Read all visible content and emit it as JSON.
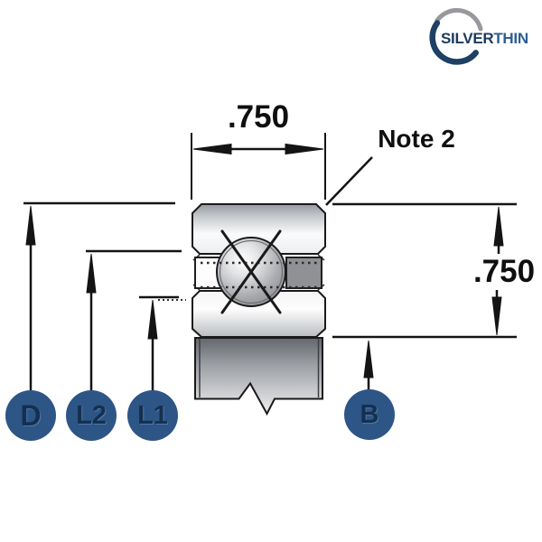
{
  "page": {
    "background": "#ffffff"
  },
  "logo": {
    "brand_first": "SILVER",
    "brand_second": "THIN",
    "brand_first_color": "#1c3a5f",
    "brand_second_color": "#2e5e94",
    "arc_blue_color": "#1d4064",
    "arc_gray_color": "#97999d"
  },
  "diagram": {
    "width_dimension_label": ".750",
    "height_dimension_label": ".750",
    "note_label": "Note 2",
    "callouts": [
      {
        "label": "D"
      },
      {
        "label": "L2"
      },
      {
        "label": "L1"
      },
      {
        "label": "B"
      }
    ],
    "callout_circle_color": "#2d5586",
    "callout_text_color": "#14304f",
    "line_color": "#141414"
  }
}
